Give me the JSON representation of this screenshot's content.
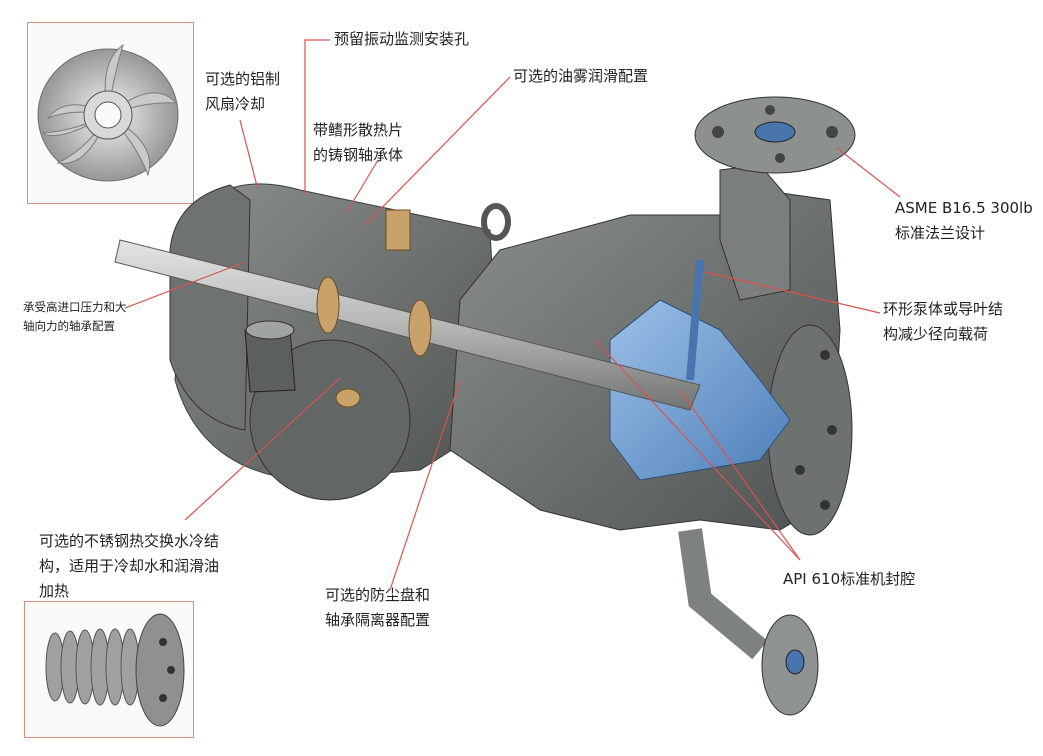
{
  "labels": {
    "vibration_hole": "预留振动监测安装孔",
    "oil_mist": "可选的油雾润滑配置",
    "aluminum_fan": "可选的铝制\n风扇冷却",
    "finned_bearing": "带鳍形散热片\n的铸钢轴承体",
    "bearing_thrust": "承受高进口压力和大\n轴向力的轴承配置",
    "asme_flange": "ASME B16.5 300lb\n标准法兰设计",
    "volute_casing": "环形泵体或导叶结\n构减少径向载荷",
    "heat_exchanger": "可选的不锈钢热交换水冷结\n构，适用于冷却水和润滑油\n加热",
    "dust_disc": "可选的防尘盘和\n轴承隔离器配置",
    "seal_chamber": "API 610标准机封腔"
  },
  "colors": {
    "leader_line": "#d9534f",
    "inset_border": "#d99080",
    "casing": "#707472",
    "casing_dark": "#4e5250",
    "shaft": "#b9bcba",
    "impeller": "#6f9ed3",
    "brass": "#c8a26a"
  }
}
